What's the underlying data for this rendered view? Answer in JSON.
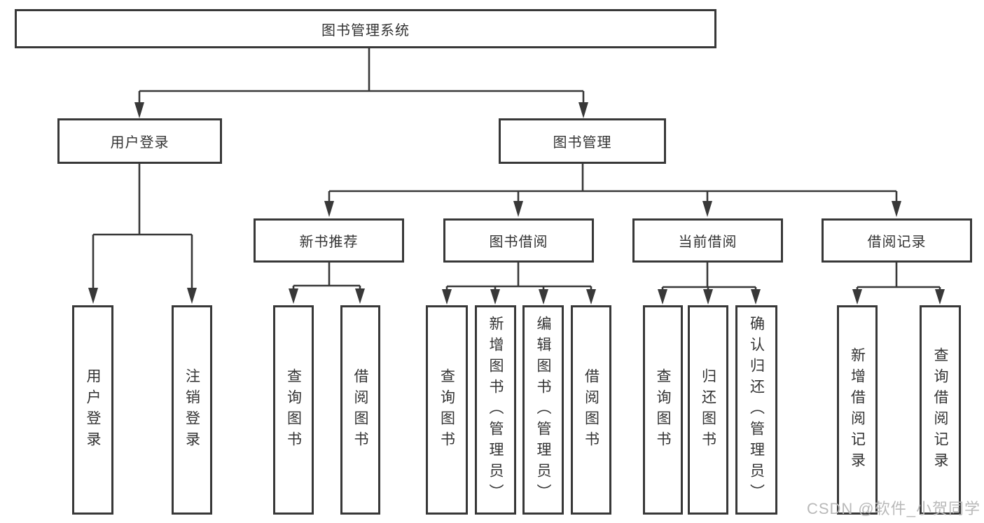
{
  "colors": {
    "line": "#383838",
    "text": "#333333",
    "background": "#ffffff",
    "watermark": "#b9b9b9"
  },
  "watermark": {
    "text": "CSDN @软件_小贺同学"
  },
  "tree": {
    "label": "图书管理系统",
    "children": [
      {
        "label": "用户登录",
        "children": [
          {
            "label": "用户登录"
          },
          {
            "label": "注销登录"
          }
        ]
      },
      {
        "label": "图书管理",
        "children": [
          {
            "label": "新书推荐",
            "children": [
              {
                "label": "查询图书"
              },
              {
                "label": "借阅图书"
              }
            ]
          },
          {
            "label": "图书借阅",
            "children": [
              {
                "label": "查询图书"
              },
              {
                "label": "新增图书（管理员）"
              },
              {
                "label": "编辑图书（管理员）"
              },
              {
                "label": "借阅图书"
              }
            ]
          },
          {
            "label": "当前借阅",
            "children": [
              {
                "label": "查询图书"
              },
              {
                "label": "归还图书"
              },
              {
                "label": "确认归还（管理员）"
              }
            ]
          },
          {
            "label": "借阅记录",
            "children": [
              {
                "label": "新增借阅记录"
              },
              {
                "label": "查询借阅记录"
              }
            ]
          }
        ]
      }
    ]
  }
}
